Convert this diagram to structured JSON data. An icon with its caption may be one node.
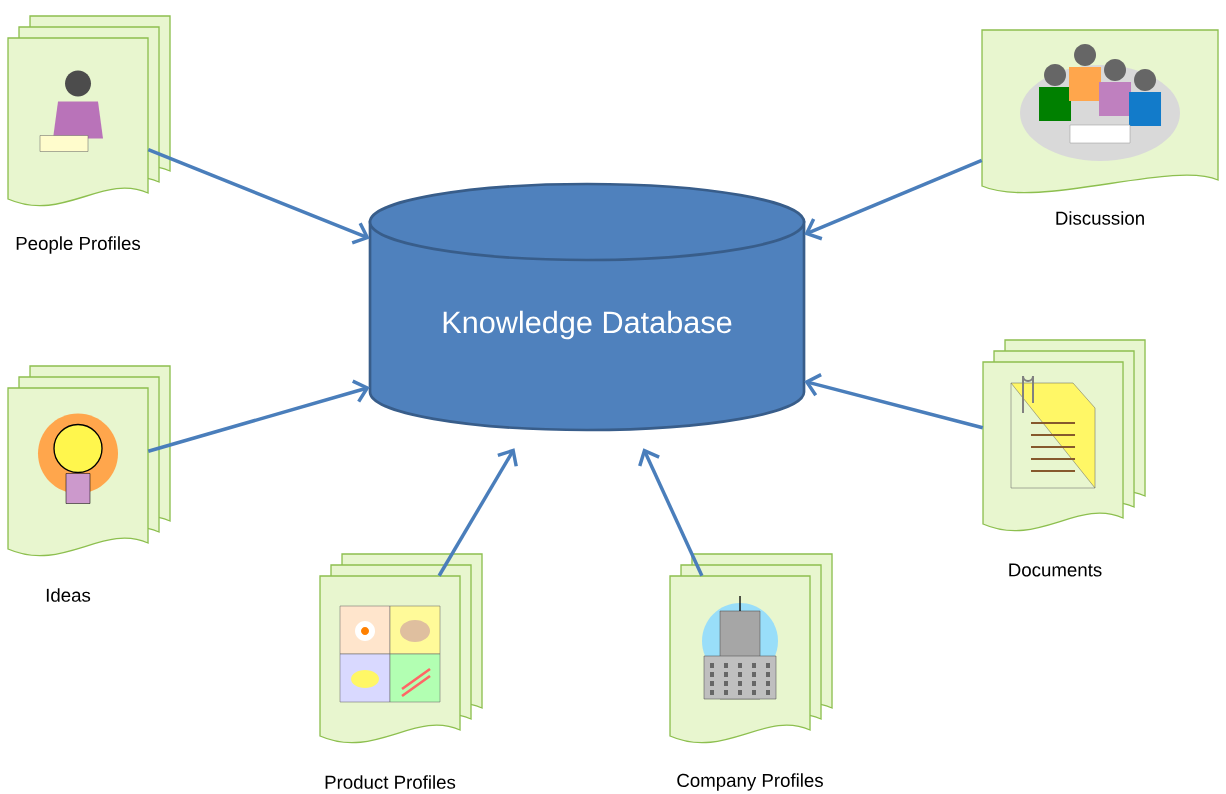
{
  "diagram": {
    "nodes": [
      {
        "text": [
          "People Profiles"
        ]
      },
      {
        "text": [
          "Discussion"
        ]
      },
      {
        "text": [
          "Knowledge Database"
        ]
      },
      {
        "text": [
          "Ideas"
        ]
      },
      {
        "text": [
          "Documents"
        ]
      },
      {
        "text": [
          "Product Profiles"
        ]
      },
      {
        "text": [
          "Company Profiles"
        ]
      }
    ],
    "edges": [
      {
        "from": 0,
        "to": 2,
        "arrow": "to"
      },
      {
        "from": 1,
        "to": 2,
        "arrow": "to"
      },
      {
        "from": 3,
        "to": 2,
        "arrow": "to"
      },
      {
        "from": 4,
        "to": 2,
        "arrow": "to"
      },
      {
        "from": 5,
        "to": 2,
        "arrow": "to"
      },
      {
        "from": 6,
        "to": 2,
        "arrow": "to"
      }
    ]
  }
}
